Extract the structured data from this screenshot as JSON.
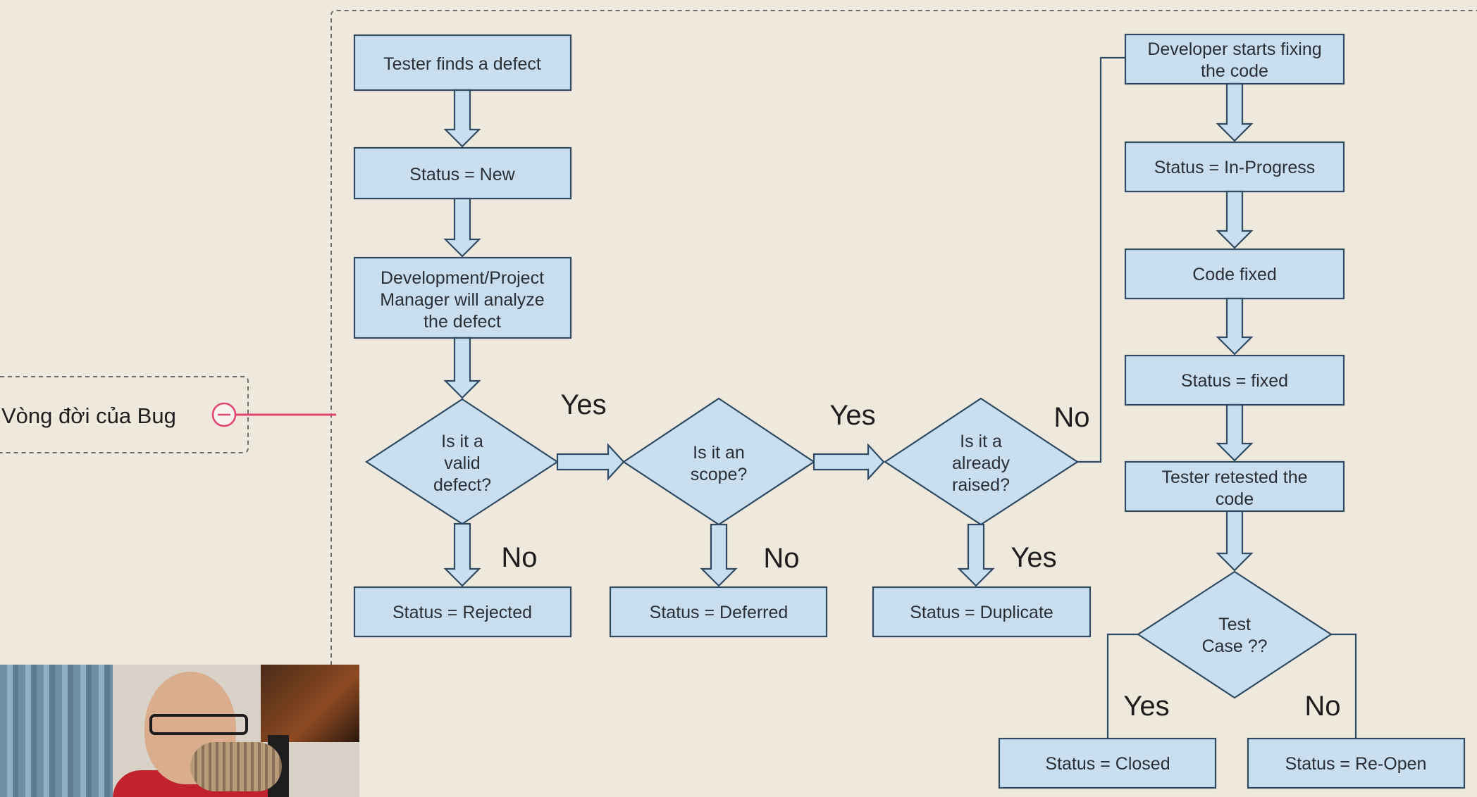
{
  "mindmap": {
    "topic": "Vòng đời của Bug",
    "collapse_icon": "minus-circle-icon",
    "accent": "#e0456d"
  },
  "flowchart": {
    "nodes": {
      "tester_finds": "Tester finds a defect",
      "status_new": "Status = New",
      "analyze": [
        "Development/Project",
        "Manager will analyze",
        "the defect"
      ],
      "q_valid": [
        "Is it a",
        "valid",
        "defect?"
      ],
      "q_scope": [
        "Is it an",
        "scope?"
      ],
      "q_raised": [
        "Is it a",
        "already",
        "raised?"
      ],
      "status_rejected": "Status = Rejected",
      "status_deferred": "Status = Deferred",
      "status_duplicate": "Status = Duplicate",
      "dev_starts": [
        "Developer starts fixing",
        "the code"
      ],
      "status_inprogress": "Status = In-Progress",
      "code_fixed": "Code fixed",
      "status_fixed": "Status = fixed",
      "retest": [
        "Tester retested the",
        "code"
      ],
      "q_testcase": [
        "Test",
        "Case ??"
      ],
      "status_closed": "Status = Closed",
      "status_reopen": "Status = Re-Open"
    },
    "edge_labels": {
      "valid_yes": "Yes",
      "valid_no": "No",
      "scope_yes": "Yes",
      "scope_no": "No",
      "raised_no": "No",
      "raised_yes": "Yes",
      "testcase_yes": "Yes",
      "testcase_no": "No"
    },
    "colors": {
      "node_fill": "#c9dff0",
      "node_stroke": "#2f4a63",
      "background": "#efe8dc"
    }
  }
}
